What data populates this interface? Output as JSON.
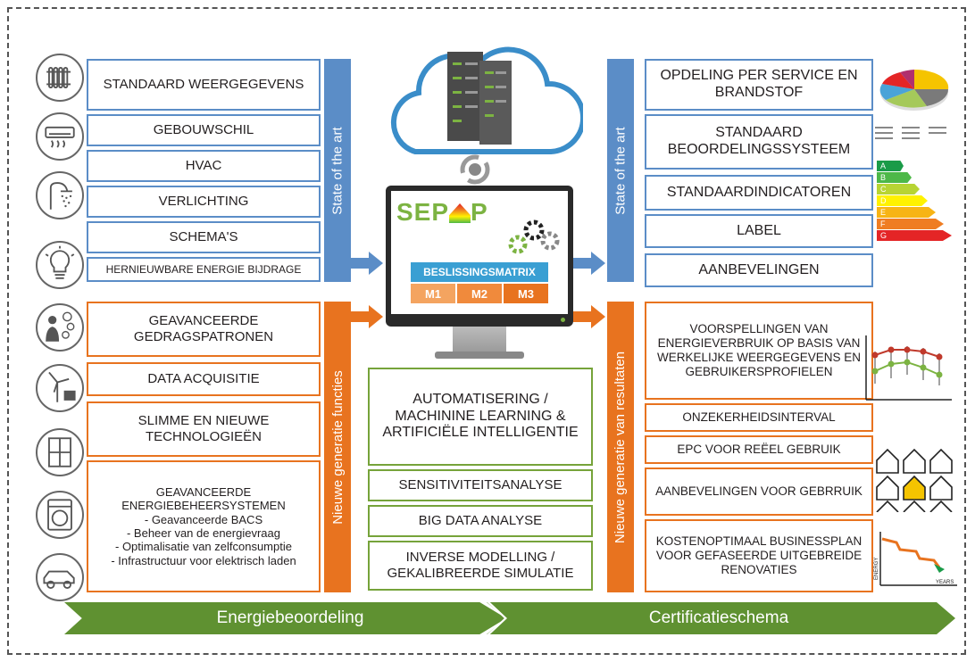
{
  "left_boxes": [
    "STANDAARD WEERGEGEVENS",
    "GEBOUWSCHIL",
    "HVAC",
    "VERLICHTING",
    "SCHEMA'S",
    "HERNIEUWBARE ENERGIE BIJDRAGE"
  ],
  "left_boxes_next": [
    "GEAVANCEERDE GEDRAGSPATRONEN",
    "DATA ACQUISITIE",
    "SLIMME EN NIEUWE TECHNOLOGIEËN"
  ],
  "ems": {
    "title": "GEAVANCEERDE ENERGIEBEHEERSYSTEMEN",
    "items": [
      "- Geavanceerde BACS",
      "- Beheer van de energievraag",
      "- Optimalisatie van zelfconsumptie",
      "- Infrastructuur voor elektrisch laden"
    ]
  },
  "bars": {
    "left_top": "State of the art",
    "left_bottom": "Nieuwe generatie functies",
    "right_top": "State of the art",
    "right_bottom": "Nieuwe generatie van resultaten"
  },
  "center": {
    "logo": "SEP",
    "logo_p": "P",
    "matrix": "BESLISSINGSMATRIX",
    "m1": "M1",
    "m2": "M2",
    "m3": "M3"
  },
  "center_boxes": [
    "AUTOMATISERING / MACHININE LEARNING & ARTIFICIËLE INTELLIGENTIE",
    "SENSITIVITEITSANALYSE",
    "BIG DATA ANALYSE",
    "INVERSE MODELLING / GEKALIBREERDE SIMULATIE"
  ],
  "right_top_boxes": [
    "OPDELING PER SERVICE EN BRANDSTOF",
    "STANDAARD BEOORDELINGSSYSTEEM",
    "STANDAARDINDICATOREN",
    "LABEL",
    "AANBEVELINGEN"
  ],
  "right_bottom_boxes": [
    "VOORSPELLINGEN VAN ENERGIEVERBRUIK OP BASIS VAN WERKELIJKE WEERGEGEVENS EN GEBRUIKERSPROFIELEN",
    "ONZEKERHEIDSINTERVAL",
    "EPC VOOR REËEL GEBRUIK",
    "AANBEVELINGEN VOOR GEBRRUIK",
    "KOSTENOPTIMAAL BUSINESSPLAN VOOR GEFASEERDE UITGEBREIDE RENOVATIES"
  ],
  "label_classes": [
    "A",
    "B",
    "C",
    "D",
    "E",
    "F",
    "G"
  ],
  "label_colors": [
    "#1a9b48",
    "#4db848",
    "#b7d433",
    "#fff200",
    "#f7b415",
    "#ef7d22",
    "#e42526"
  ],
  "chart_axes": {
    "y": "ENERGY",
    "x": "YEARS"
  },
  "footer": {
    "left": "Energiebeoordeling",
    "right": "Certificatieschema"
  },
  "colors": {
    "blue": "#5b8dc7",
    "orange": "#e8731f",
    "green": "#76a33a",
    "footer": "#5f9131"
  },
  "icons": [
    "radiator-icon",
    "air-conditioner-icon",
    "shower-icon",
    "light-bulb-icon",
    "occupant-behaviour-icon",
    "renewable-energy-icon",
    "window-icon",
    "washing-machine-icon",
    "electric-car-icon"
  ]
}
